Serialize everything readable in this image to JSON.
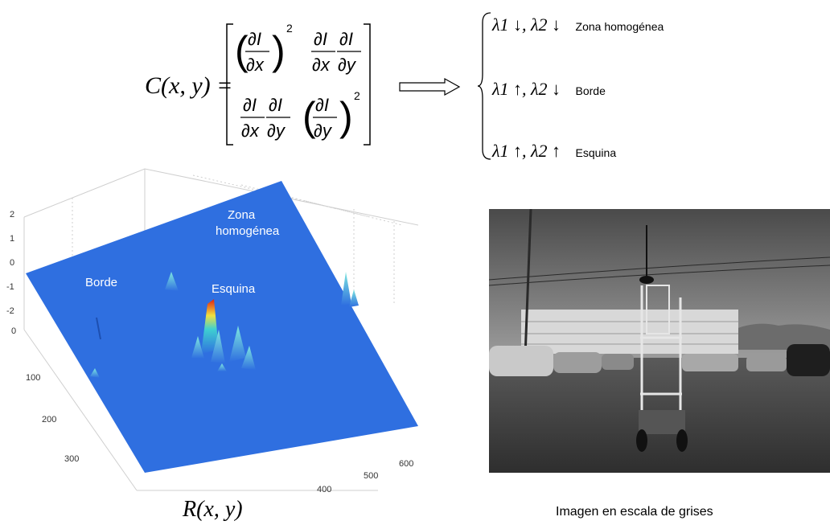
{
  "formula": {
    "lhs": "C(x, y) =",
    "m11": "(∂I/∂x)²",
    "m12": "∂I/∂x · ∂I/∂y",
    "m21": "∂I/∂x · ∂I/∂y",
    "m22": "(∂I/∂y)²",
    "arrow": "⟹"
  },
  "cases": [
    {
      "condition": "λ1 ↓, λ2 ↓",
      "label": "Zona homogénea"
    },
    {
      "condition": "λ1 ↑, λ2 ↓",
      "label": "Borde"
    },
    {
      "condition": "λ1 ↑, λ2 ↑",
      "label": "Esquina"
    }
  ],
  "plot": {
    "z_ticks": [
      "2",
      "1",
      "0",
      "-1",
      "-2"
    ],
    "y_ticks": [
      "0",
      "100",
      "200",
      "300"
    ],
    "x_ticks": [
      "400",
      "500",
      "600"
    ],
    "annotations": {
      "zona_line1": "Zona",
      "zona_line2": "homogénea",
      "borde": "Borde",
      "esquina": "Esquina"
    },
    "caption": "R(x, y)",
    "surface_color": "#2f6fe0"
  },
  "photo": {
    "caption": "Imagen en escala de grises"
  }
}
